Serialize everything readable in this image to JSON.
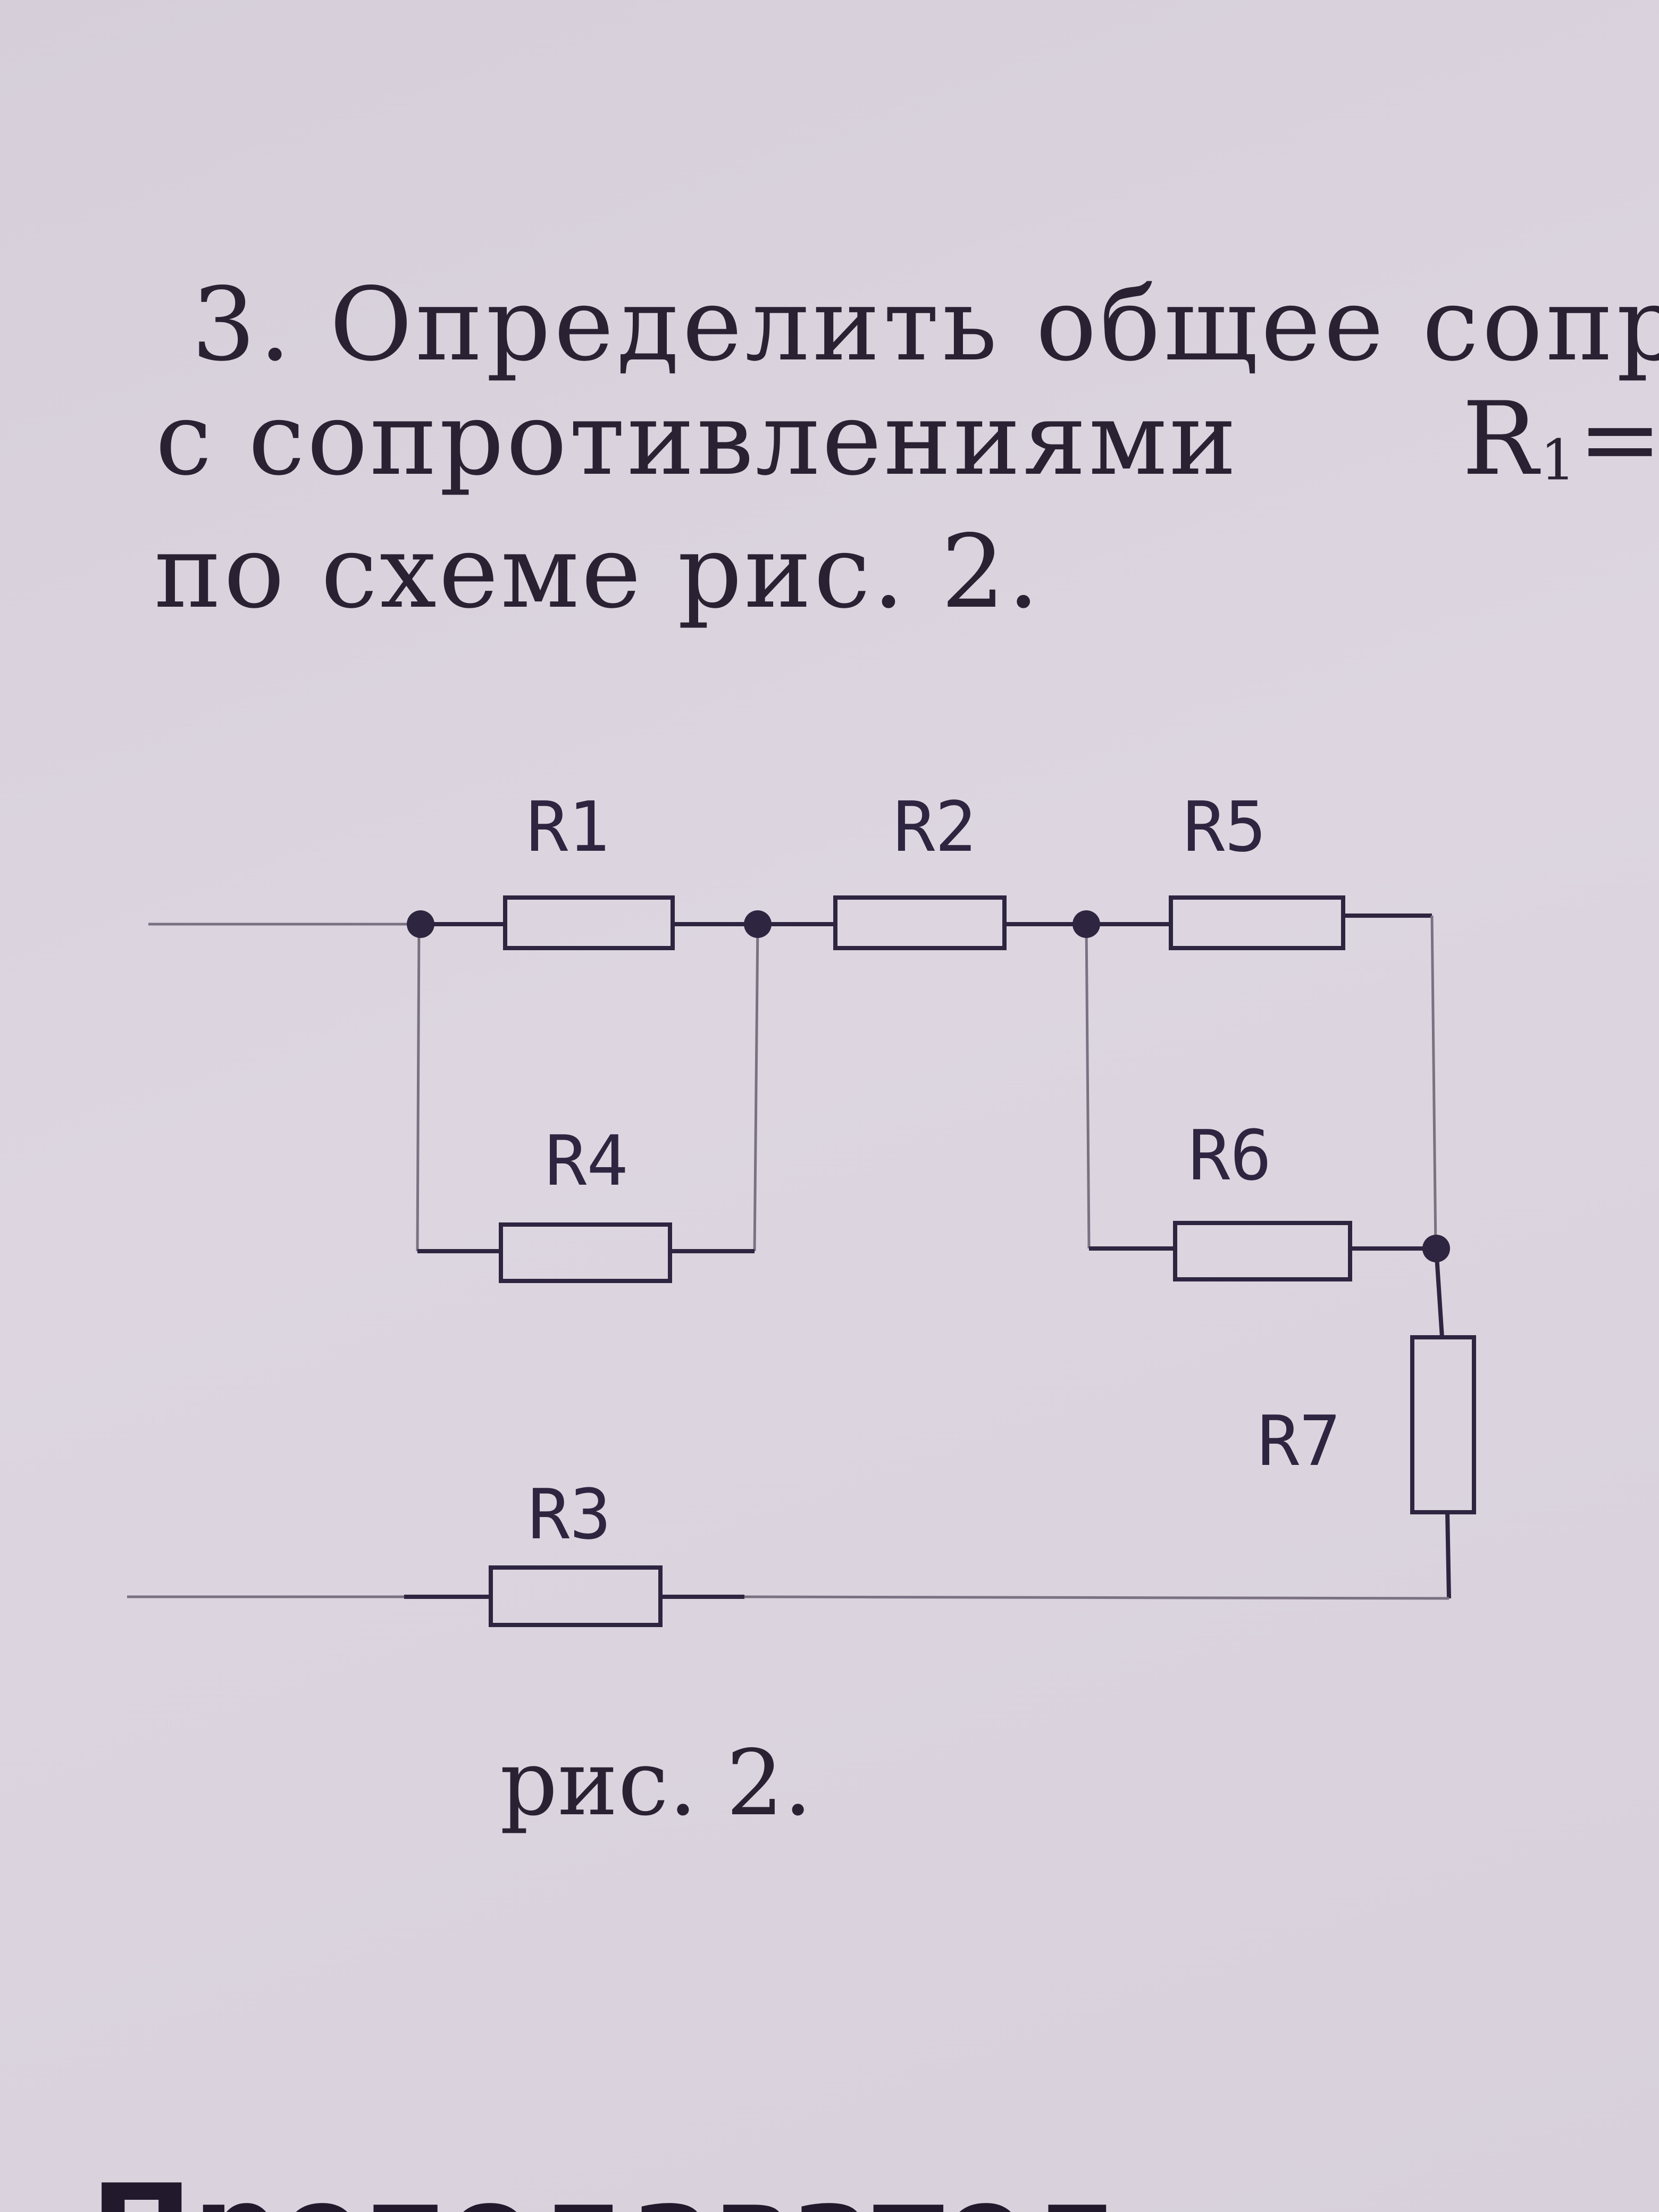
{
  "problem": {
    "line1": "3.  Определить общее сопр",
    "line2_text": "с сопротивлениями",
    "line2_r": "R",
    "line2_sub": "1",
    "line2_eq": "= ",
    "line3": "по схеме рис. 2."
  },
  "diagram": {
    "labels": {
      "r1": "R1",
      "r2": "R2",
      "r3": "R3",
      "r4": "R4",
      "r5": "R5",
      "r6": "R6",
      "r7": "R7"
    },
    "caption": "рис. 2."
  },
  "footer": {
    "text": "Преподавател"
  }
}
